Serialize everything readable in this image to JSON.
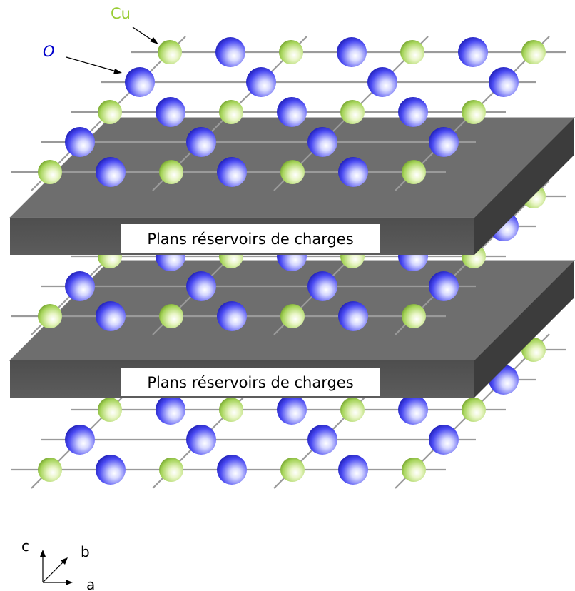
{
  "labels": {
    "cu": "Cu",
    "o": "O",
    "slab_top": "Plans réservoirs de charges",
    "slab_bottom": "Plans réservoirs de charges"
  },
  "axes": {
    "c": "c",
    "b": "b",
    "a": "a"
  },
  "colors": {
    "cu_label": "#99cc33",
    "o_label": "#0000cc",
    "cu_atom": "#a8d65a",
    "o_atom": "#3a3ae0",
    "slab_top": "#6e6e6e",
    "slab_front": "#555555",
    "slab_side": "#3c3c3c",
    "bond": "#9a9a9a"
  }
}
